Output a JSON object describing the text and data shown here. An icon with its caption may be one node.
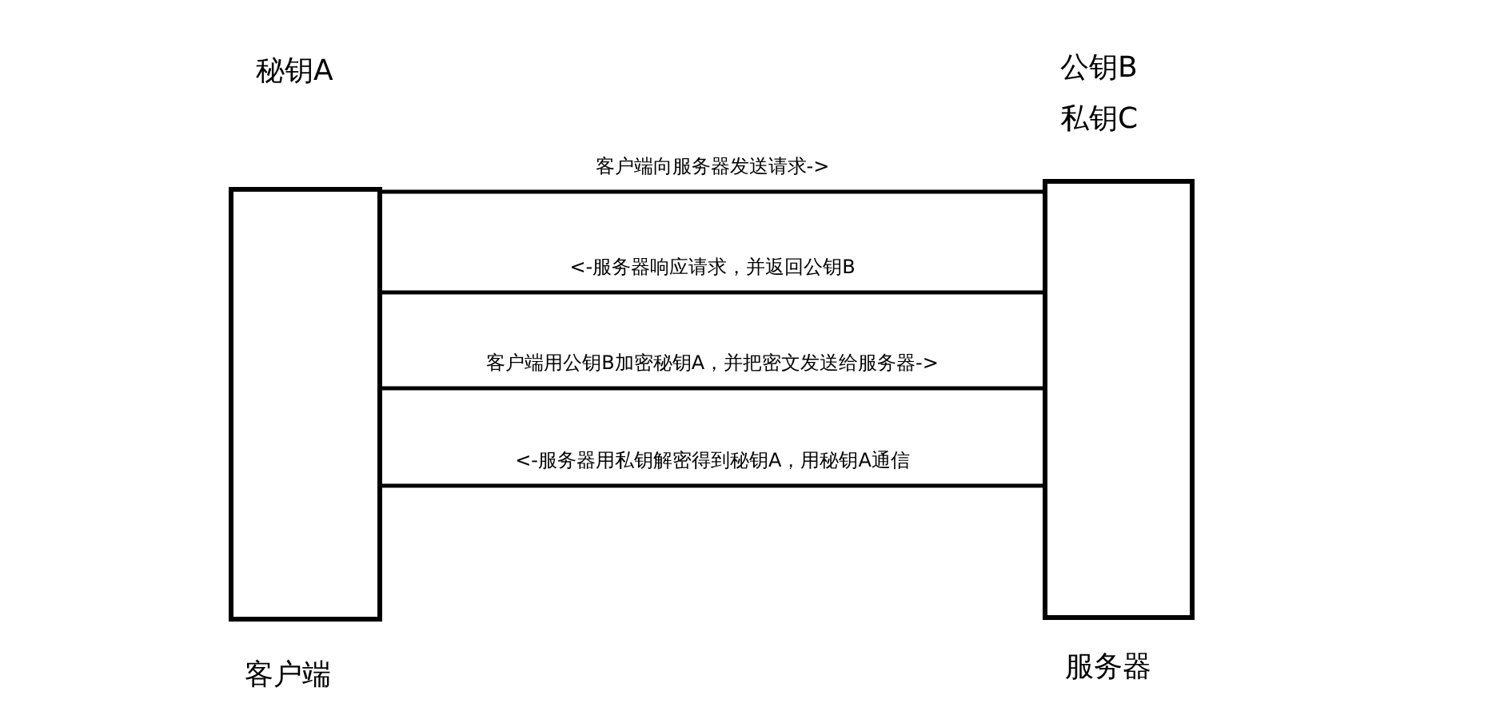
{
  "diagram": {
    "nodes": [
      {
        "text": [
          "客户端"
        ],
        "beside": [
          "秘钥A"
        ]
      },
      {
        "text": [
          "服务器"
        ],
        "beside": [
          "公钥B",
          "私钥C"
        ]
      }
    ],
    "edges": [
      {
        "from": 0,
        "to": 1,
        "arrow": "none",
        "label": "客户端向服务器发送请求->"
      },
      {
        "from": 1,
        "to": 0,
        "arrow": "none",
        "label": "<-服务器响应请求，并返回公钥B"
      },
      {
        "from": 0,
        "to": 1,
        "arrow": "none",
        "label": "客户端用公钥B加密秘钥A，并把密文发送给服务器->"
      },
      {
        "from": 1,
        "to": 0,
        "arrow": "none",
        "label": "<-服务器用私钥解密得到秘钥A，用秘钥A通信"
      }
    ]
  }
}
